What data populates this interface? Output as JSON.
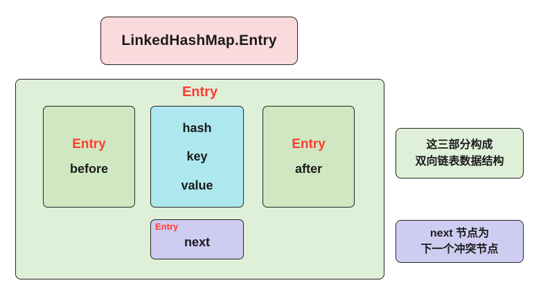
{
  "diagram": {
    "title_box": {
      "label": "LinkedHashMap.Entry"
    },
    "entry_container": {
      "title": "Entry",
      "before_box": {
        "tag": "Entry",
        "field": "before"
      },
      "middle_box": {
        "fields": [
          "hash",
          "key",
          "value"
        ]
      },
      "after_box": {
        "tag": "Entry",
        "field": "after"
      },
      "next_box": {
        "tag": "Entry",
        "field": "next"
      }
    },
    "notes": [
      {
        "lines": [
          "这三部分构成",
          "双向链表数据结构"
        ]
      },
      {
        "lines": [
          "next 节点为",
          "下一个冲突节点"
        ]
      }
    ],
    "colors": {
      "title_bg": "#fadadd",
      "container_bg": "#dff0d8",
      "green_box_bg": "#cfe8c2",
      "cyan_box_bg": "#ade8ee",
      "purple_box_bg": "#cfccf2",
      "accent_red": "#ff3b30",
      "border": "#222222"
    }
  }
}
